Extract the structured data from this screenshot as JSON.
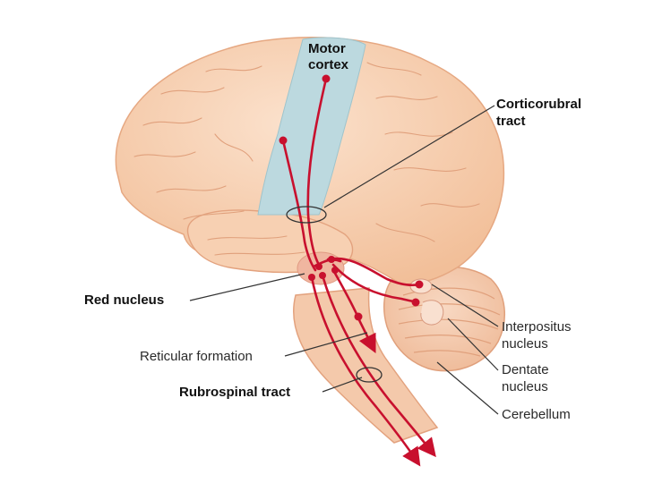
{
  "labels": {
    "motor_cortex_1": "Motor",
    "motor_cortex_2": "cortex",
    "corticorubral_1": "Corticorubral",
    "corticorubral_2": "tract",
    "red_nucleus": "Red nucleus",
    "interpositus_1": "Interpositus",
    "interpositus_2": "nucleus",
    "reticular_formation": "Reticular formation",
    "dentate_1": "Dentate",
    "dentate_2": "nucleus",
    "rubrospinal_tract": "Rubrospinal tract",
    "cerebellum": "Cerebellum"
  },
  "colors": {
    "brain_fill": "#f6ccaa",
    "brain_outline": "#e6a882",
    "motor_cortex_fill": "#bcd9df",
    "tract_red": "#c8102e",
    "cerebellum_fill": "#f3c4a6",
    "leader_line": "#333333"
  }
}
